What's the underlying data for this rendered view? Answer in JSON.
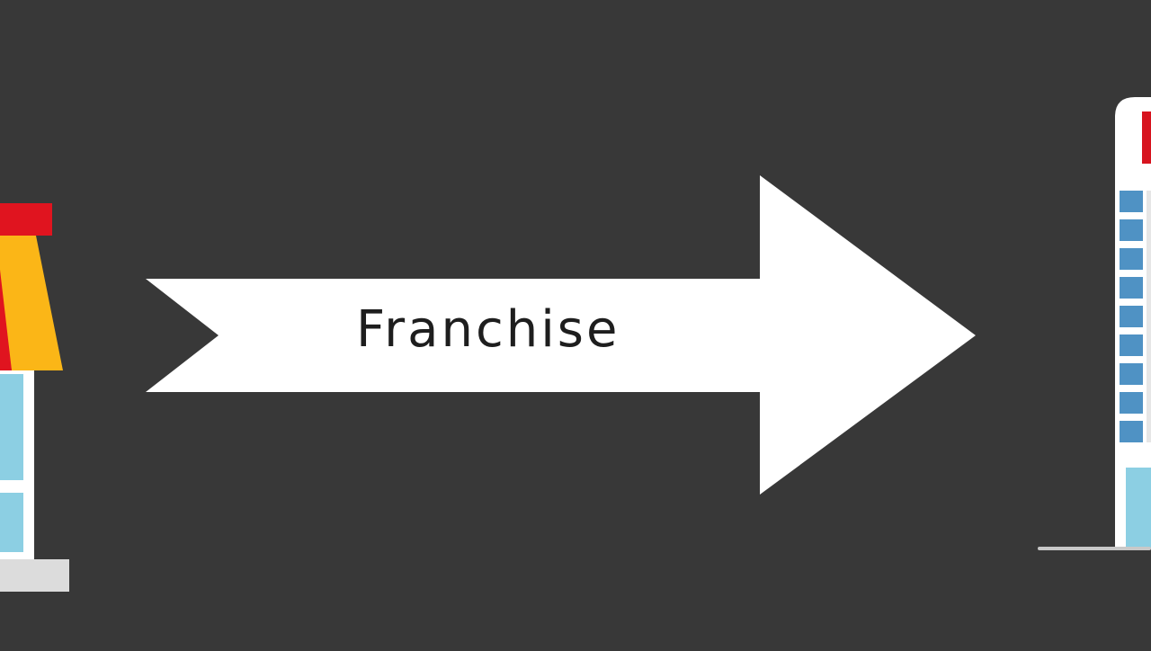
{
  "diagram": {
    "arrow": {
      "label": "Franchise",
      "direction": "right",
      "fill_color": "#ffffff"
    },
    "left_node": {
      "icon": "storefront-icon",
      "description": "small shop with red and yellow awning"
    },
    "right_node": {
      "icon": "office-building-icon",
      "description": "tall building with blue windows and red sign"
    }
  },
  "colors": {
    "background": "#383838",
    "awning_red": "#e0141f",
    "awning_yellow": "#fbb617",
    "window_light_blue": "#8ccfe3",
    "window_blue": "#4f92c4",
    "building_white": "#ffffff",
    "base_gray": "#dcdcdc",
    "text": "#1e1e1e"
  }
}
